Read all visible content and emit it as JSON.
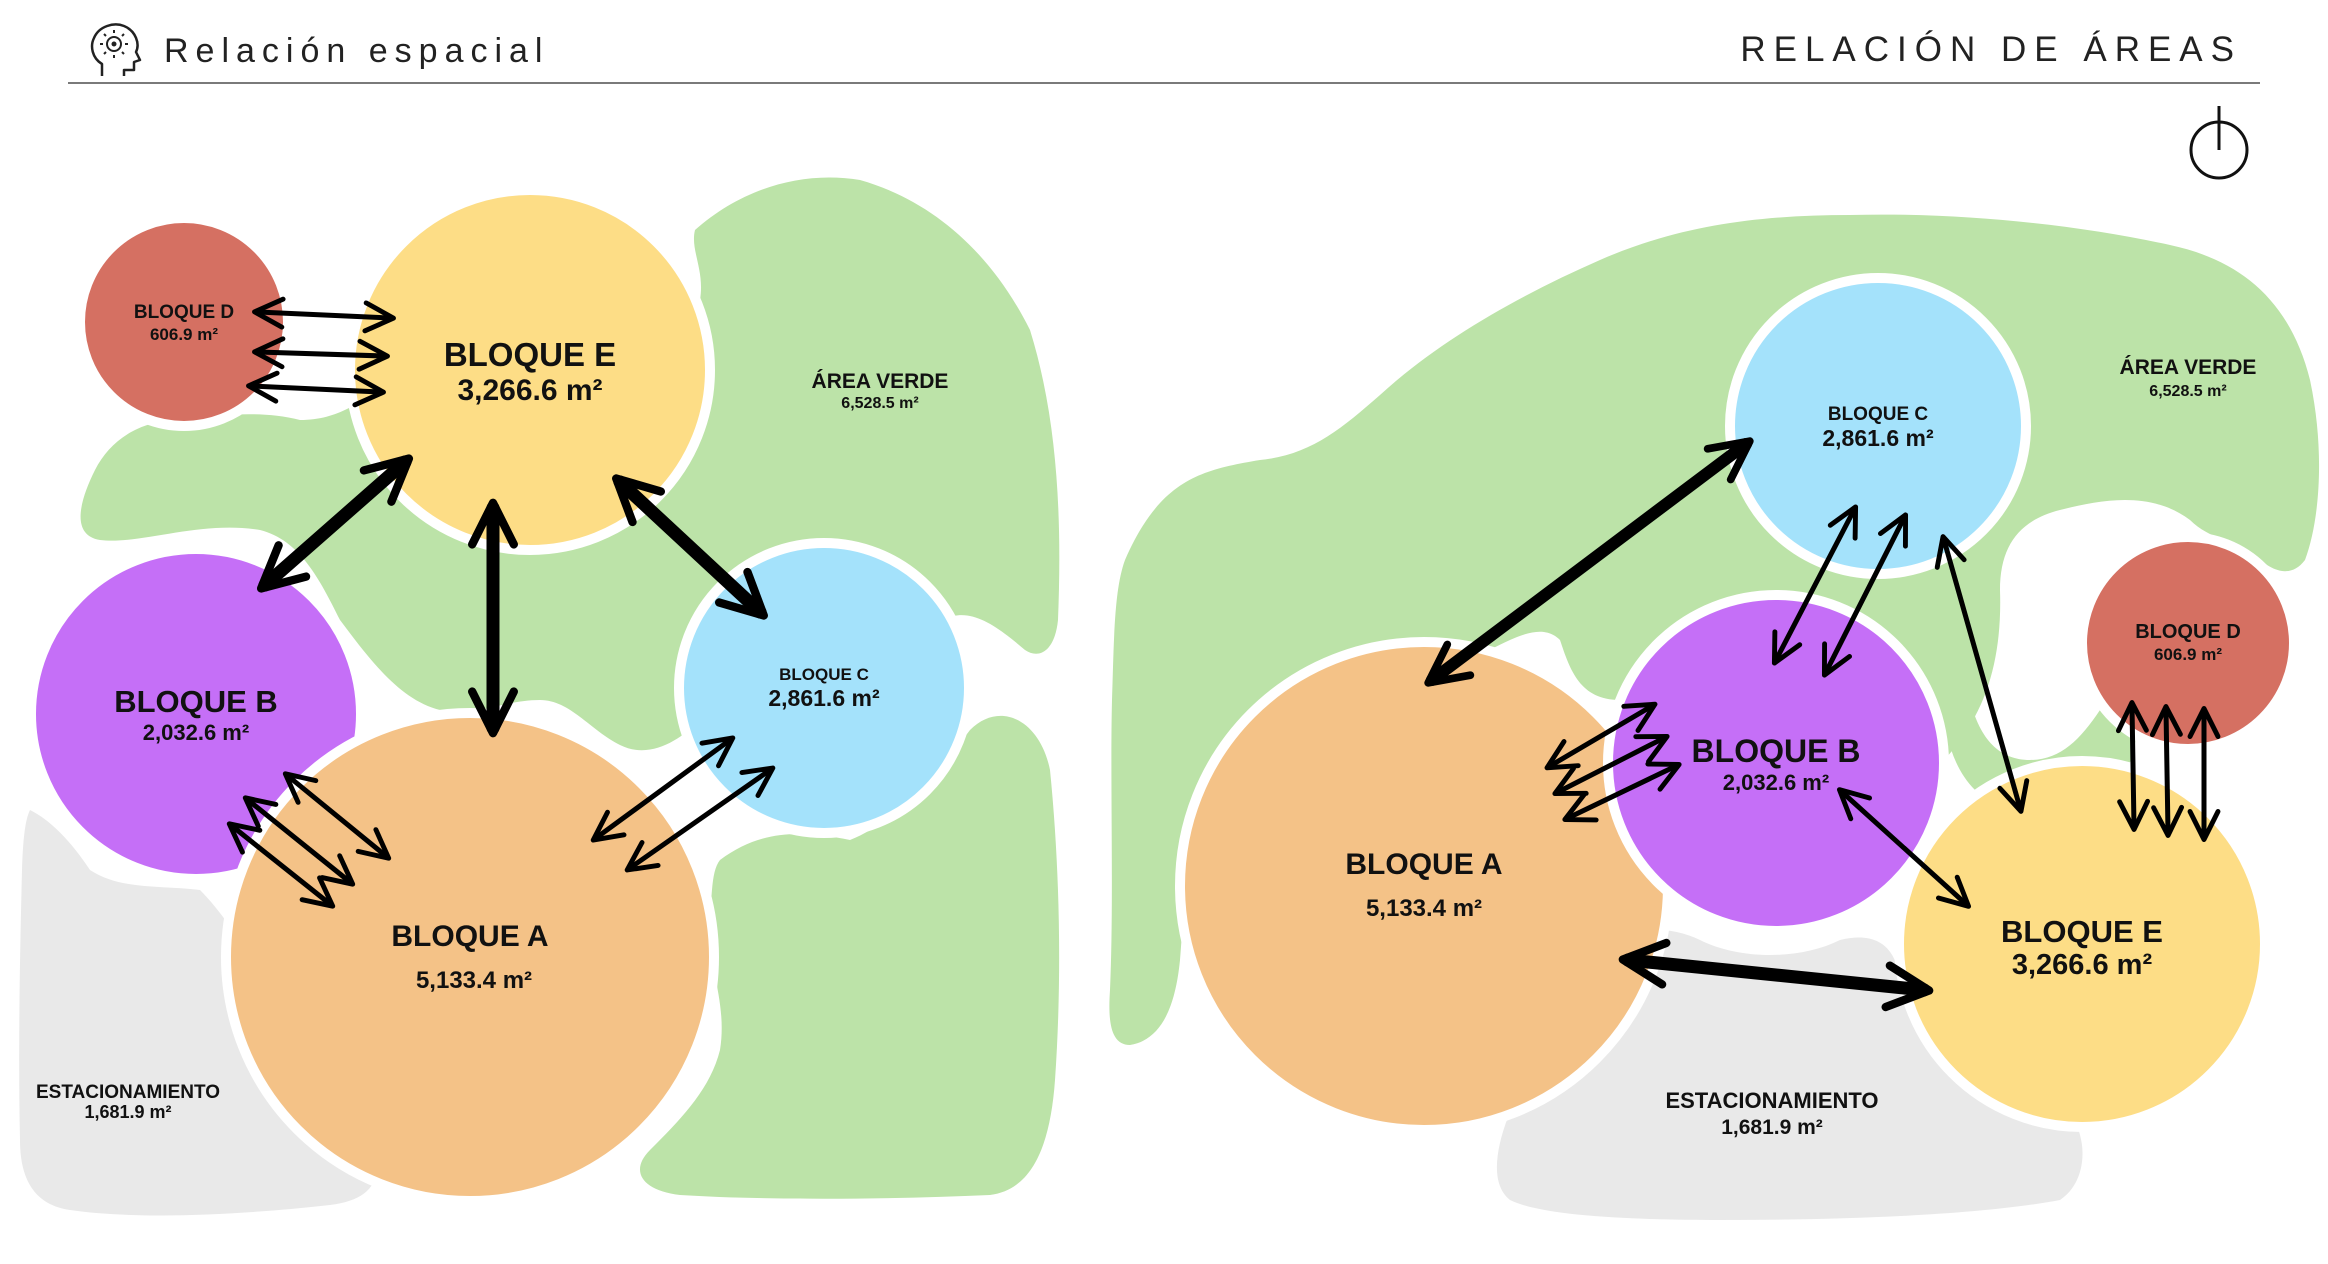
{
  "header": {
    "title": "Relación espacial",
    "section": "RELACIÓN DE ÁREAS",
    "brand_icon": "head-idea-icon",
    "north_icon": "north-arrow-icon"
  },
  "colors": {
    "bloque_a": "#f4c287",
    "bloque_b": "#c56ff7",
    "bloque_c": "#a4e2fb",
    "bloque_d": "#d57062",
    "bloque_e": "#fddd86",
    "area_verde": "#bce3a8",
    "estacionamiento": "#e9e9e9",
    "arrow": "#000000"
  },
  "left": {
    "bloque_a": {
      "name": "BLOQUE A",
      "area": "5,133.4 m²"
    },
    "bloque_b": {
      "name": "BLOQUE B",
      "area": "2,032.6 m²"
    },
    "bloque_c": {
      "name": "BLOQUE C",
      "area": "2,861.6 m²"
    },
    "bloque_d": {
      "name": "BLOQUE D",
      "area": "606.9  m²"
    },
    "bloque_e": {
      "name": "BLOQUE E",
      "area": "3,266.6  m²"
    },
    "area_verde": {
      "name": "ÁREA VERDE",
      "area": "6,528.5  m²"
    },
    "estacionamiento": {
      "name": "ESTACIONAMIENTO",
      "area": "1,681.9  m²"
    }
  },
  "right": {
    "bloque_a": {
      "name": "BLOQUE A",
      "area": "5,133.4 m²"
    },
    "bloque_b": {
      "name": "BLOQUE B",
      "area": "2,032.6 m²"
    },
    "bloque_c": {
      "name": "BLOQUE C",
      "area": "2,861.6 m²"
    },
    "bloque_d": {
      "name": "BLOQUE D",
      "area": "606.9  m²"
    },
    "bloque_e": {
      "name": "BLOQUE E",
      "area": "3,266.6  m²"
    },
    "area_verde": {
      "name": "ÁREA VERDE",
      "area": "6,528.5  m²"
    },
    "estacionamiento": {
      "name": "ESTACIONAMIENTO",
      "area": "1,681.9  m²"
    }
  }
}
